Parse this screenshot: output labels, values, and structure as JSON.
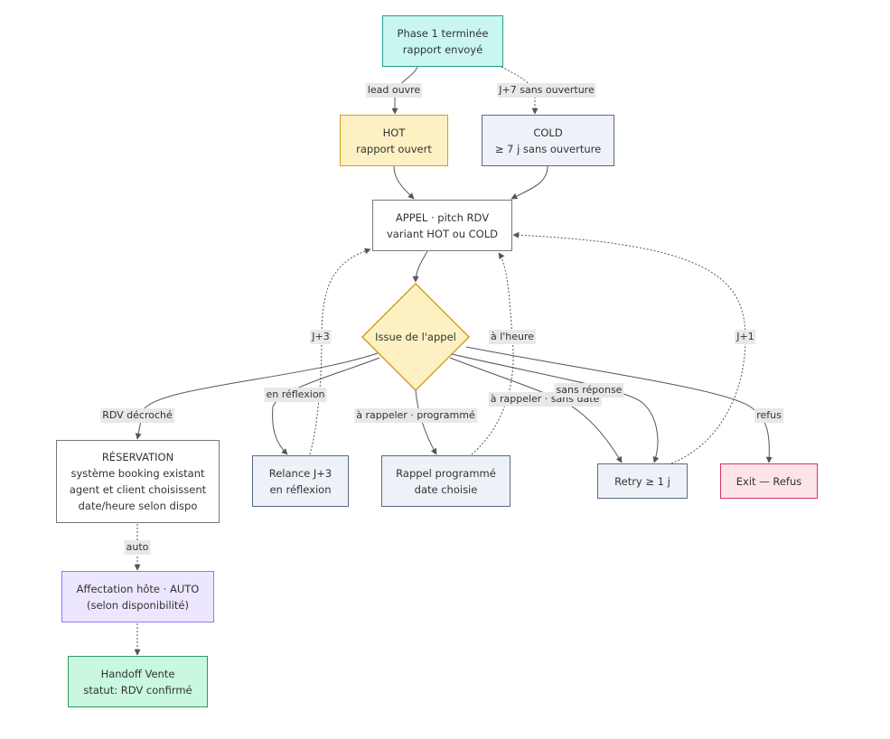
{
  "nodes": {
    "phase1": {
      "lines": [
        "Phase 1 terminée",
        "rapport envoyé"
      ],
      "fill": "#c9f7ef",
      "stroke": "#2a9d8f"
    },
    "hot": {
      "lines": [
        "HOT",
        "rapport ouvert"
      ],
      "fill": "#fdf1c4",
      "stroke": "#d4a017"
    },
    "cold": {
      "lines": [
        "COLD",
        "≥ 7 j sans ouverture"
      ],
      "fill": "#eef1f7",
      "stroke": "#5a6b86"
    },
    "appel": {
      "lines": [
        "APPEL · pitch RDV",
        "variant HOT ou COLD"
      ],
      "fill": "#ffffff",
      "stroke": "#777777"
    },
    "issue": {
      "lines": [
        "Issue de l'appel"
      ],
      "fill": "#fdf1c4",
      "stroke": "#d4a017"
    },
    "reservation": {
      "lines": [
        "RÉSERVATION",
        "système booking existant",
        "agent et client choisissent",
        "date/heure selon dispo"
      ],
      "fill": "#ffffff",
      "stroke": "#777777"
    },
    "relance": {
      "lines": [
        "Relance J+3",
        "en réflexion"
      ],
      "fill": "#eef1f7",
      "stroke": "#5a6b86"
    },
    "rappel": {
      "lines": [
        "Rappel programmé",
        "date choisie"
      ],
      "fill": "#eef1f7",
      "stroke": "#5a6b86"
    },
    "retry": {
      "lines": [
        "Retry ≥ 1 j"
      ],
      "fill": "#eef1f7",
      "stroke": "#5a6b86"
    },
    "exit": {
      "lines": [
        "Exit — Refus"
      ],
      "fill": "#fde4e8",
      "stroke": "#d6336c"
    },
    "affectation": {
      "lines": [
        "Affectation hôte · AUTO",
        "(selon disponibilité)"
      ],
      "fill": "#ede6ff",
      "stroke": "#9775fa"
    },
    "handoff": {
      "lines": [
        "Handoff Vente",
        "statut: RDV confirmé"
      ],
      "fill": "#c9f7df",
      "stroke": "#2b9a66"
    }
  },
  "edges": [
    {
      "from": "phase1",
      "to": "hot",
      "label": "lead ouvre",
      "style": "solid"
    },
    {
      "from": "phase1",
      "to": "cold",
      "label": "J+7 sans ouverture",
      "style": "dotted"
    },
    {
      "from": "hot",
      "to": "appel",
      "label": "",
      "style": "solid"
    },
    {
      "from": "cold",
      "to": "appel",
      "label": "",
      "style": "solid"
    },
    {
      "from": "appel",
      "to": "issue",
      "label": "",
      "style": "solid"
    },
    {
      "from": "issue",
      "to": "reservation",
      "label": "RDV décroché",
      "style": "solid"
    },
    {
      "from": "issue",
      "to": "relance",
      "label": "en réflexion",
      "style": "solid"
    },
    {
      "from": "issue",
      "to": "rappel",
      "label": "à rappeler · programmé",
      "style": "solid"
    },
    {
      "from": "issue",
      "to": "retry",
      "label": "à rappeler · sans date",
      "style": "solid"
    },
    {
      "from": "issue",
      "to": "retry",
      "label": "sans réponse",
      "style": "solid"
    },
    {
      "from": "issue",
      "to": "exit",
      "label": "refus",
      "style": "solid"
    },
    {
      "from": "relance",
      "to": "appel",
      "label": "J+3",
      "style": "dotted"
    },
    {
      "from": "rappel",
      "to": "appel",
      "label": "à l'heure",
      "style": "dotted"
    },
    {
      "from": "retry",
      "to": "appel",
      "label": "J+1",
      "style": "dotted"
    },
    {
      "from": "reservation",
      "to": "affectation",
      "label": "auto",
      "style": "dotted"
    },
    {
      "from": "affectation",
      "to": "handoff",
      "label": "",
      "style": "dotted"
    }
  ]
}
